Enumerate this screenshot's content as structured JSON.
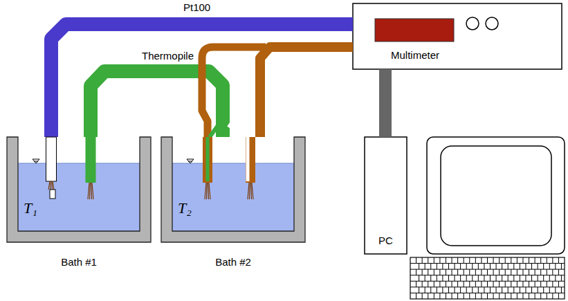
{
  "diagram": {
    "nodes": [
      {
        "text": [
          "Multimeter"
        ]
      },
      {
        "text": [
          "T₁",
          "Bath #1"
        ]
      },
      {
        "text": [
          "T₂",
          "Bath #2"
        ]
      },
      {
        "text": [
          "PC"
        ]
      }
    ],
    "edges": [
      {
        "from": 1,
        "to": 0,
        "arrow": "none",
        "label": "Pt100"
      },
      {
        "from": 1,
        "to": 2,
        "arrow": "none",
        "label": "Thermopile"
      },
      {
        "from": 2,
        "to": 0,
        "arrow": "none"
      },
      {
        "from": 0,
        "to": 3,
        "arrow": "none"
      }
    ]
  }
}
